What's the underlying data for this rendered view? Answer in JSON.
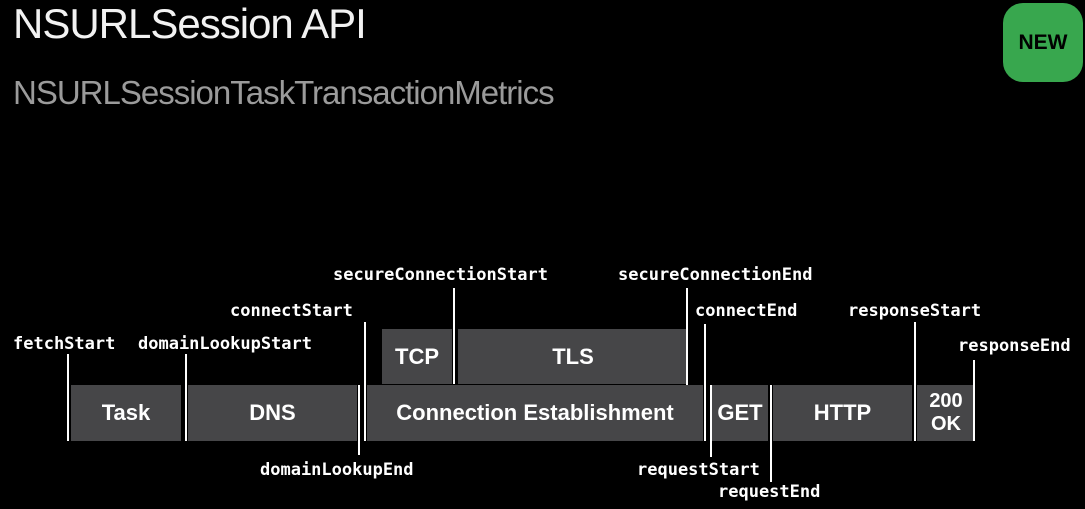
{
  "slide": {
    "title": "NSURLSession API",
    "subtitle": "NSURLSessionTaskTransactionMetrics",
    "badge_label": "NEW"
  },
  "colors": {
    "background": "#000000",
    "badge_green": "#38a74e",
    "segment_gray": "#464648",
    "title_white": "#f2f2f2",
    "subtitle_gray": "#9b9b9b",
    "marker_line_white": "#ffffff"
  },
  "timeline": {
    "segments": {
      "task": "Task",
      "dns": "DNS",
      "connection_establishment": "Connection Establishment",
      "tcp": "TCP",
      "tls": "TLS",
      "get": "GET",
      "http": "HTTP",
      "status": "200\nOK"
    },
    "markers": {
      "fetchStart": "fetchStart",
      "domainLookupStart": "domainLookupStart",
      "domainLookupEnd": "domainLookupEnd",
      "connectStart": "connectStart",
      "secureConnectionStart": "secureConnectionStart",
      "secureConnectionEnd": "secureConnectionEnd",
      "connectEnd": "connectEnd",
      "requestStart": "requestStart",
      "requestEnd": "requestEnd",
      "responseStart": "responseStart",
      "responseEnd": "responseEnd"
    }
  }
}
